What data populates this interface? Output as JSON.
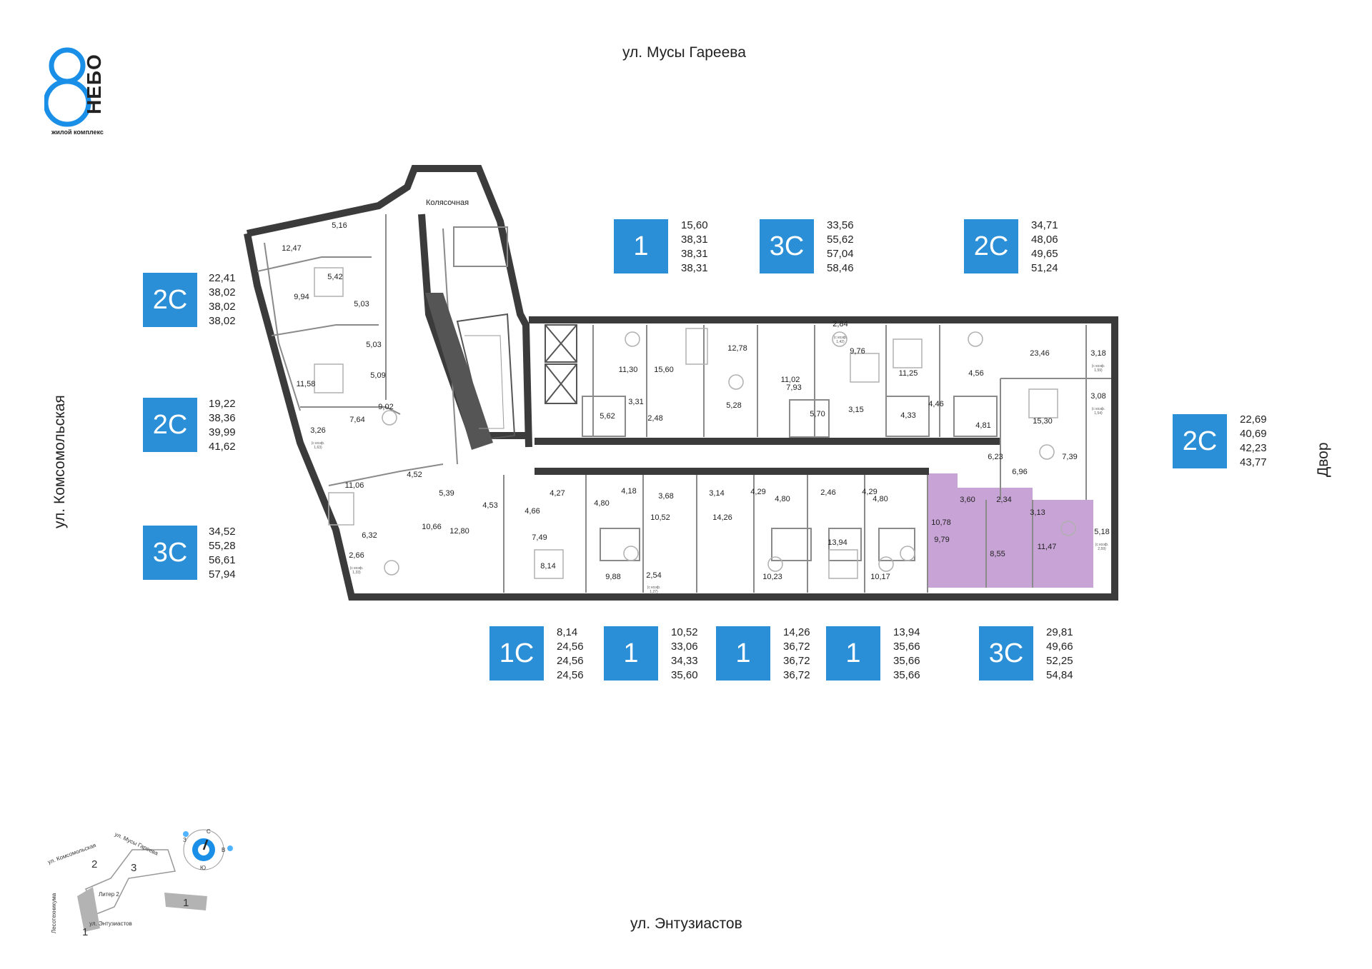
{
  "brand": {
    "logo_text": "НЕБО",
    "subtitle": "жилой комплекс",
    "accent": "#2a8fd6"
  },
  "streets": {
    "north": "ул. Мусы Гареева",
    "south": "ул. Энтузиастов",
    "west": "ул. Комсомольская",
    "east": "Двор"
  },
  "stroller_room": "Колясочная",
  "apartments": [
    {
      "type": "2С",
      "areas": [
        "22,41",
        "38,02",
        "38,02",
        "38,02"
      ]
    },
    {
      "type": "2С",
      "areas": [
        "19,22",
        "38,36",
        "39,99",
        "41,62"
      ]
    },
    {
      "type": "3С",
      "areas": [
        "34,52",
        "55,28",
        "56,61",
        "57,94"
      ]
    },
    {
      "type": "1",
      "areas": [
        "15,60",
        "38,31",
        "38,31",
        "38,31"
      ]
    },
    {
      "type": "3С",
      "areas": [
        "33,56",
        "55,62",
        "57,04",
        "58,46"
      ]
    },
    {
      "type": "2С",
      "areas": [
        "34,71",
        "48,06",
        "49,65",
        "51,24"
      ]
    },
    {
      "type": "2С",
      "areas": [
        "22,69",
        "40,69",
        "42,23",
        "43,77"
      ]
    },
    {
      "type": "1С",
      "areas": [
        "8,14",
        "24,56",
        "24,56",
        "24,56"
      ]
    },
    {
      "type": "1",
      "areas": [
        "10,52",
        "33,06",
        "34,33",
        "35,60"
      ]
    },
    {
      "type": "1",
      "areas": [
        "14,26",
        "36,72",
        "36,72",
        "36,72"
      ]
    },
    {
      "type": "1",
      "areas": [
        "13,94",
        "35,66",
        "35,66",
        "35,66"
      ]
    },
    {
      "type": "3С",
      "areas": [
        "29,81",
        "49,66",
        "52,25",
        "54,84"
      ]
    }
  ],
  "rooms": [
    "12,47",
    "5,16",
    "5,42",
    "9,94",
    "5,03",
    "5,03",
    "11,58",
    "5,09",
    "9,02",
    "7,64",
    "3,26",
    "4,52",
    "11,06",
    "6,32",
    "10,66",
    "2,66",
    "5,39",
    "12,80",
    "4,53",
    "4,66",
    "4,27",
    "7,49",
    "8,14",
    "4,80",
    "4,18",
    "9,88",
    "3,68",
    "10,52",
    "2,54",
    "3,14",
    "14,26",
    "4,29",
    "4,80",
    "10,23",
    "2,46",
    "13,94",
    "4,29",
    "4,80",
    "10,17",
    "10,78",
    "3,60",
    "2,34",
    "9,79",
    "8,55",
    "3,13",
    "11,47",
    "5,18",
    "11,30",
    "15,60",
    "5,62",
    "3,31",
    "2,48",
    "12,78",
    "5,28",
    "11,02",
    "7,93",
    "5,70",
    "2,84",
    "9,76",
    "3,15",
    "11,25",
    "4,33",
    "4,46",
    "4,56",
    "23,46",
    "3,18",
    "3,08",
    "15,30",
    "4,81",
    "6,23",
    "6,96",
    "7,39"
  ],
  "coef_notes": [
    "(с коэф. 1,42)",
    "(с коэф. 1,59)",
    "(с коэф. 1,54)",
    "(с коэф. 1,63)",
    "(с коэф. 1,33)",
    "(с коэф. 1,27)",
    "(с коэф. 2,59)"
  ],
  "highlight_color": "#c7a3d6",
  "key_map": {
    "streets": [
      "ул. Комсомольская",
      "ул. Мусы Гареева",
      "ул. Лесотехникума",
      "ул. Энтузиастов"
    ],
    "liter": "Литер 2",
    "sections": [
      "1",
      "2",
      "3"
    ],
    "current": "1",
    "compass": [
      "С",
      "В",
      "Ю",
      "З"
    ]
  }
}
